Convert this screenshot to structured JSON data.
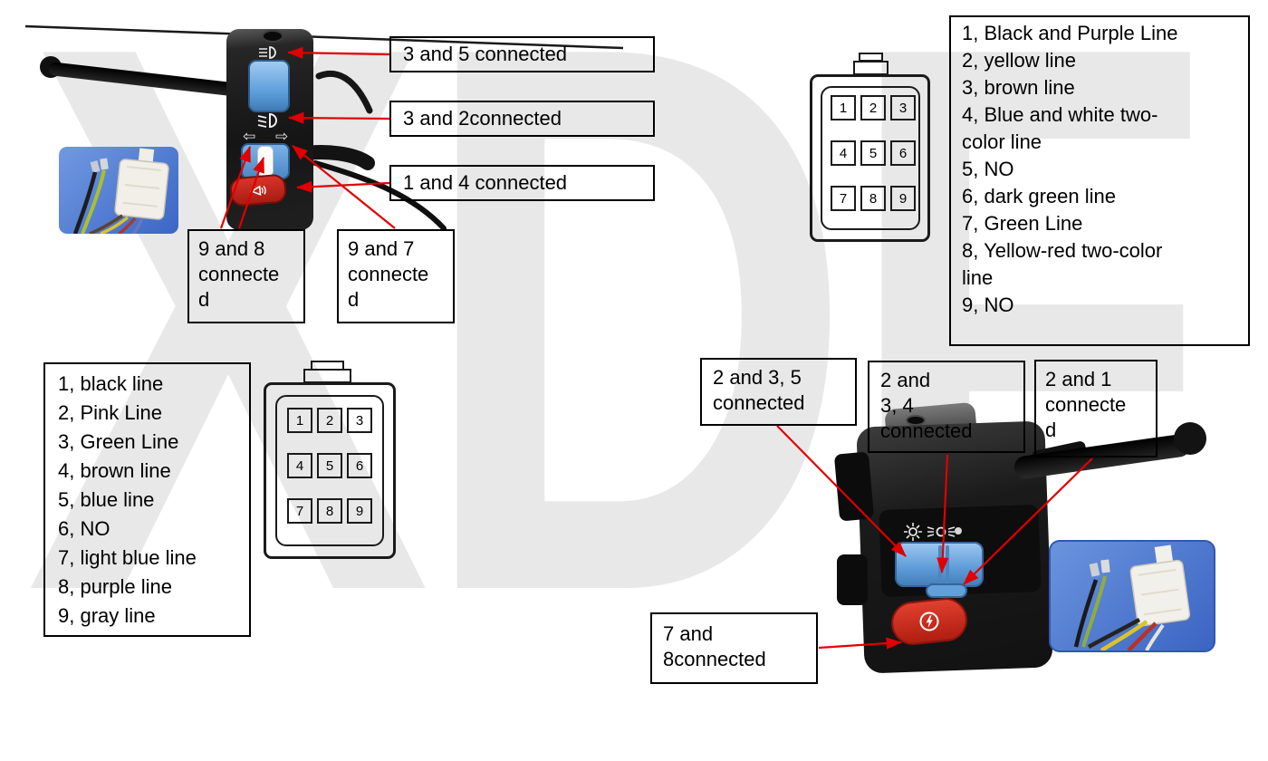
{
  "watermark": "XDF",
  "colors": {
    "arrow_red": "#e00000",
    "box_border": "#000000",
    "watermark_gray": "#e8e8e8",
    "switch_blue": "#6ba9e2",
    "horn_red": "#c3251d",
    "starter_red": "#d8342a",
    "photo_blue": "#3b66c4"
  },
  "icons": {
    "turn_left": "⇦",
    "turn_right": "⇨",
    "high_beam": "high-beam-icon",
    "low_beam": "low-beam-icon",
    "horn": "horn-icon",
    "headlight_on": "sun-icon",
    "position_lamp": "position-lamp-icon",
    "light_off": "off-dot-icon",
    "electric_start": "electric-start-icon"
  },
  "left_switch": {
    "callouts": {
      "high_beam": "3 and 5 connected",
      "low_beam": "3 and 2connected",
      "horn": "1 and 4 connected",
      "turn_left": "9 and 8 connected",
      "turn_right": "9 and 7 connected"
    }
  },
  "left_connector": {
    "pins": [
      "1",
      "2",
      "3",
      "4",
      "5",
      "6",
      "7",
      "8",
      "9"
    ],
    "wires": [
      "1、black line",
      "2、Pink Line",
      "3、Green Line",
      "4、brown line",
      "5、blue line",
      "6、NO",
      "7、light blue line",
      "8、purple line",
      "9、gray line"
    ]
  },
  "right_connector": {
    "pins": [
      "1",
      "2",
      "3",
      "4",
      "5",
      "6",
      "7",
      "8",
      "9"
    ],
    "wires": [
      "1、Black and Purple Line",
      "2、yellow line",
      "3、brown line",
      "4、Blue and white two-\ncolor line",
      "5、NO",
      "6、dark green line",
      "7、Green Line",
      "8、Yellow-red two-color\nline",
      "9、NO"
    ]
  },
  "right_switch": {
    "callouts": {
      "headlight_on": "2 and 3、5 connected",
      "position_lamp": "2 and\n3、4\nconnected",
      "light_off": "2 and 1 connected",
      "starter": "7 and 8connected"
    }
  }
}
